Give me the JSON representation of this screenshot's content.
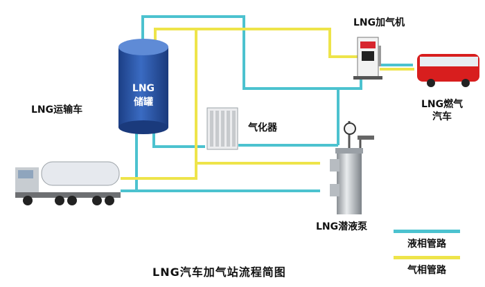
{
  "labels": {
    "tank": [
      "LNG",
      "储罐"
    ],
    "dispenser": "LNG加气机",
    "truck": "LNG运输车",
    "bus": [
      "LNG燃气",
      "汽车"
    ],
    "vaporizer": "气化器",
    "pump": "LNG潜液泵"
  },
  "legend": {
    "liquid": "液相管路",
    "gas": "气相管路"
  },
  "title": "LNG汽车加气站流程简图",
  "colors": {
    "liquid_pipe": "#4cc2cf",
    "gas_pipe": "#eee44a",
    "tank": "#2c56a6",
    "bus": "#d81e1e"
  }
}
